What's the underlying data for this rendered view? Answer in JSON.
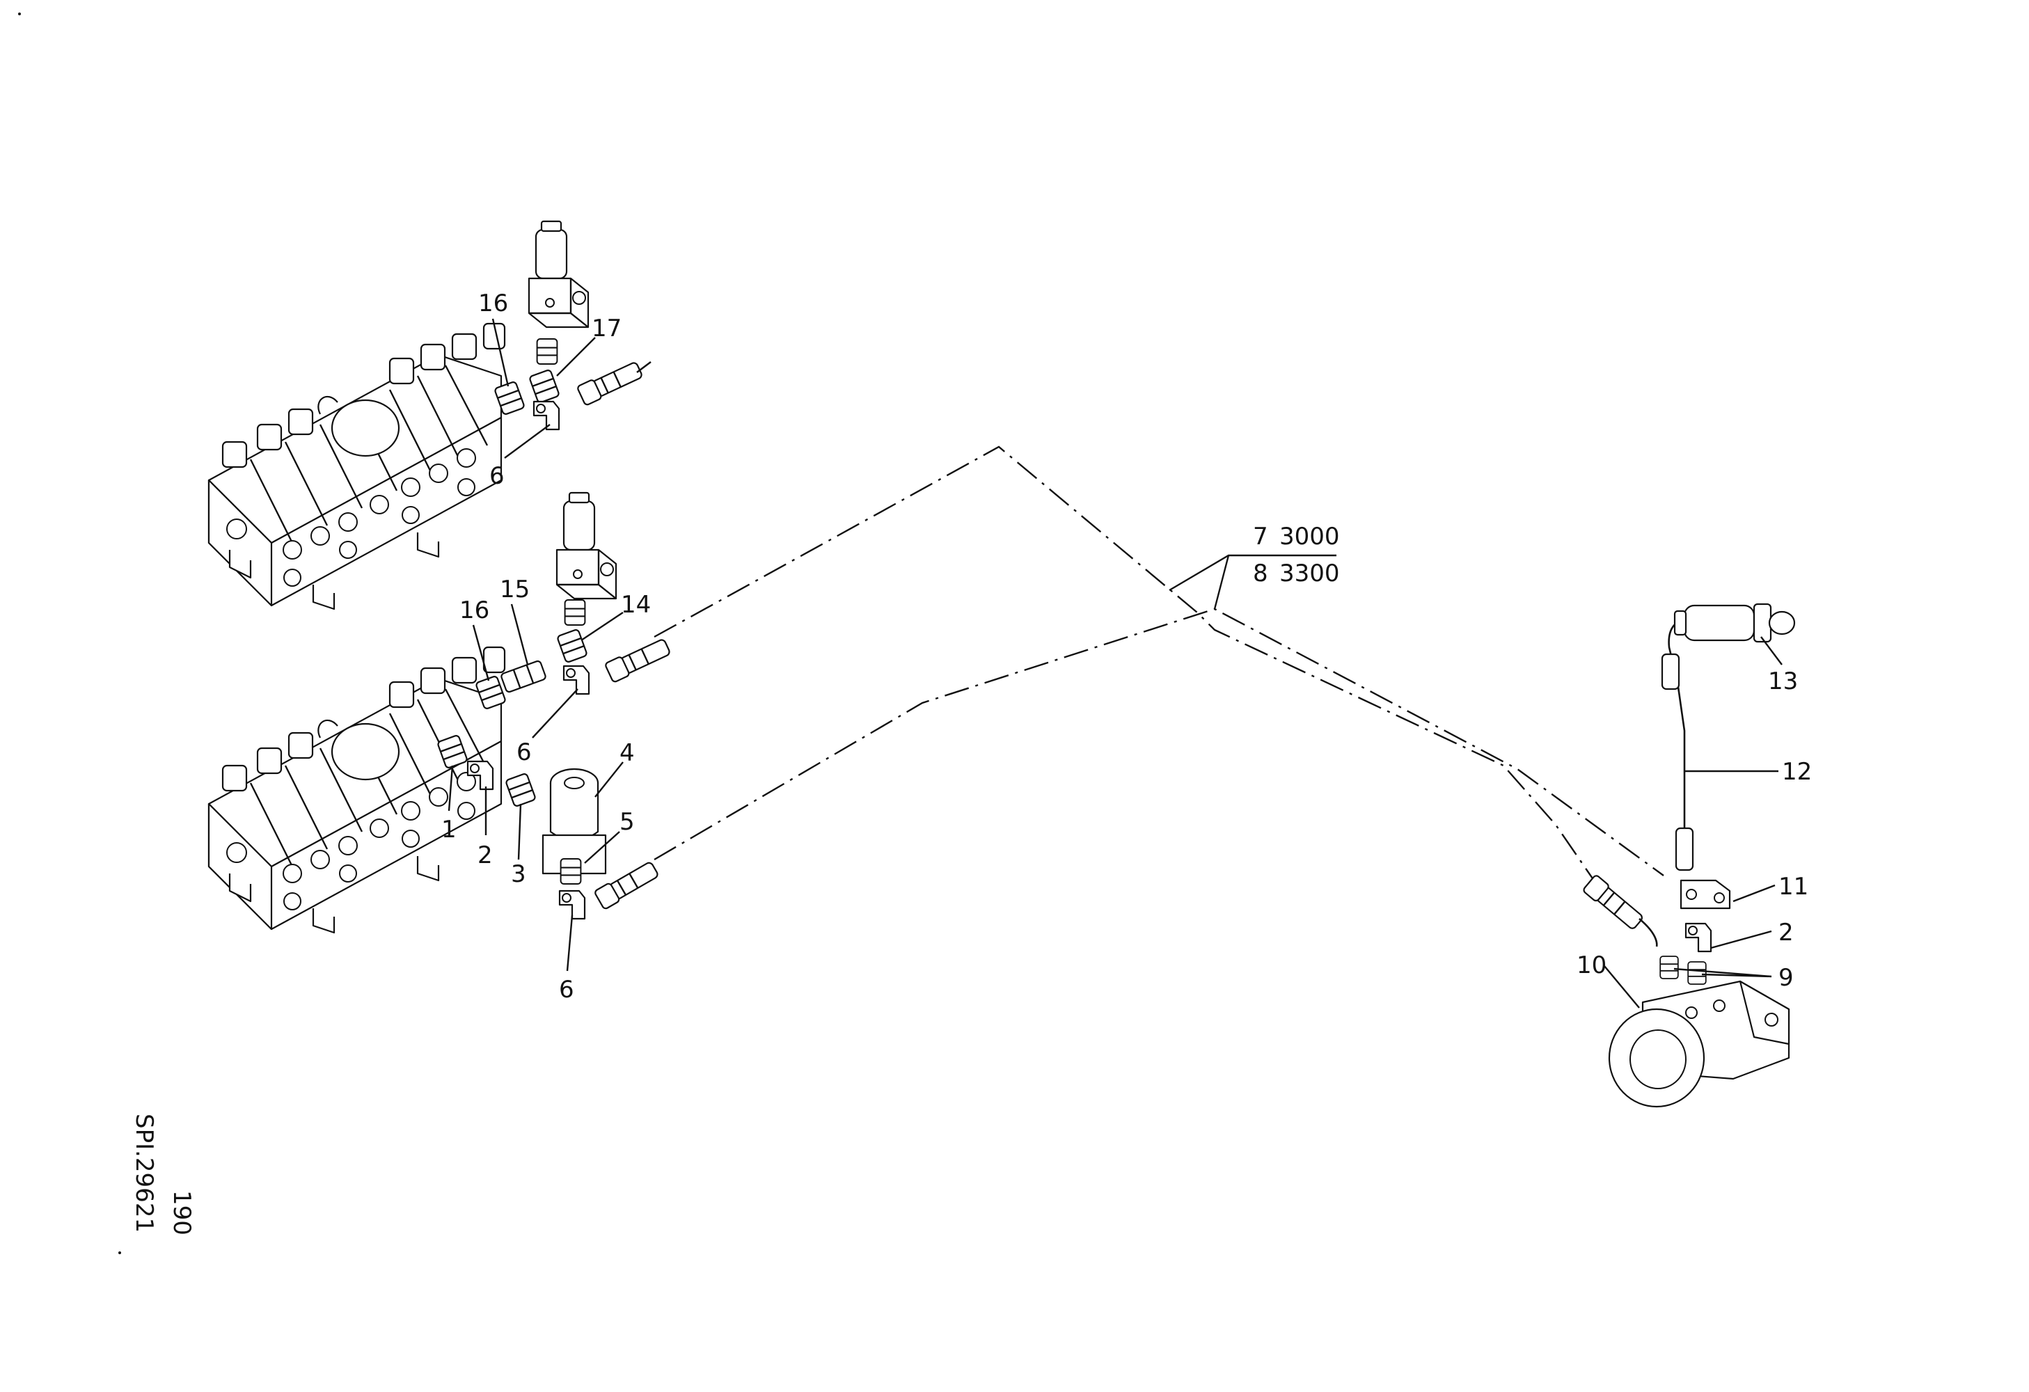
{
  "drawing": {
    "sheet_number": "190",
    "drawing_code": "SPI.29621"
  },
  "hose_table": [
    {
      "item": "7",
      "length": "3000"
    },
    {
      "item": "8",
      "length": "3300"
    }
  ],
  "callouts": {
    "c1": "1",
    "c2a": "2",
    "c2b": "2",
    "c3": "3",
    "c4": "4",
    "c5": "5",
    "c6a": "6",
    "c6b": "6",
    "c6c": "6",
    "c9": "9",
    "c10": "10",
    "c11": "11",
    "c12": "12",
    "c13": "13",
    "c14": "14",
    "c15": "15",
    "c16a": "16",
    "c16b": "16",
    "c17": "17"
  }
}
